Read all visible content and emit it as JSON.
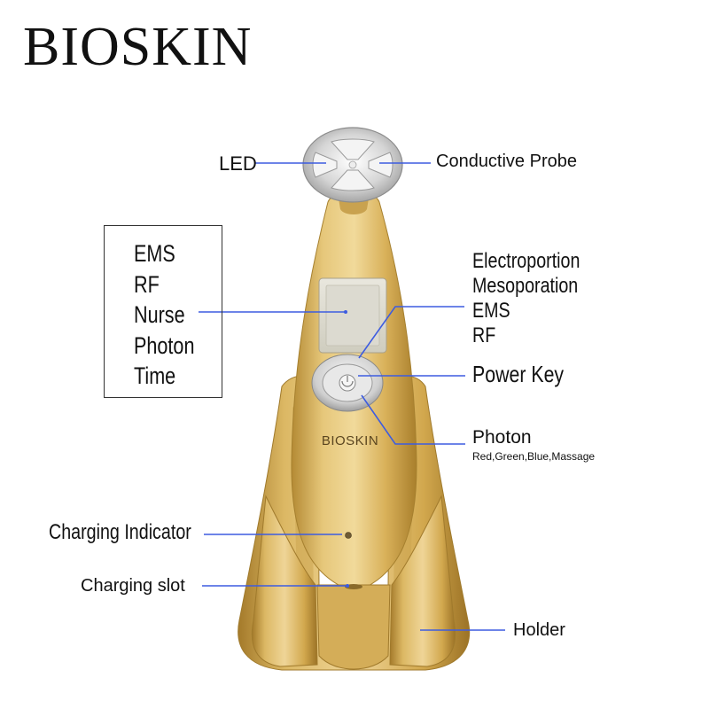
{
  "brand": {
    "name": "BIOSKIN"
  },
  "device": {
    "logo": "BIOSKIN"
  },
  "labels": {
    "led": "LED",
    "conductive_probe": "Conductive Probe",
    "modes": [
      "Electroportion",
      "Mesoporation",
      "EMS",
      "RF"
    ],
    "power_key": "Power Key",
    "photon": "Photon",
    "photon_options": "Red,Green,Blue,Massage",
    "charging_indicator": "Charging Indicator",
    "charging_slot": "Charging slot",
    "holder": "Holder"
  },
  "screen_box": {
    "items": [
      "EMS",
      "RF",
      "Nurse",
      "Photon",
      "Time"
    ]
  },
  "colors": {
    "pointer_line": "#3d5ce0",
    "device_gold": "#d8b25c",
    "background": "#ffffff"
  }
}
